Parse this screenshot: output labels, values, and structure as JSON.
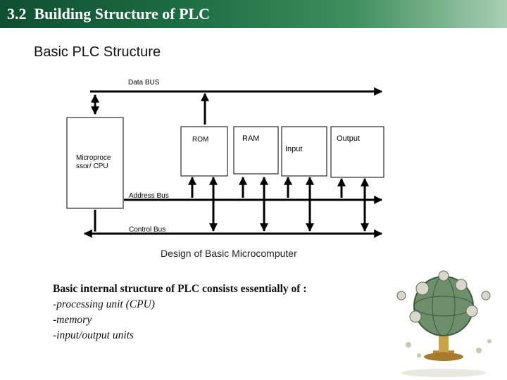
{
  "header": {
    "title": "3.2  Building Structure of PLC"
  },
  "subtitle": "Basic PLC Structure",
  "diagram": {
    "data_bus_label": "Data BUS",
    "address_bus_label": "Address Bus",
    "control_bus_label": "Control Bus",
    "cpu_label_line1": "Microproce",
    "cpu_label_line2": "ssor/ CPU",
    "rom_label": "ROM",
    "ram_label": "RAM",
    "input_label": "Input",
    "output_label": "Output",
    "caption": "Design of Basic Microcomputer"
  },
  "body": {
    "lead": "Basic internal structure of PLC consists essentially of :",
    "items": [
      "-processing unit (CPU)",
      "-memory",
      "-input/output units"
    ]
  },
  "colors": {
    "header_dark": "#0f4f2f",
    "header_light": "#a9cfb3",
    "line": "#000000"
  }
}
